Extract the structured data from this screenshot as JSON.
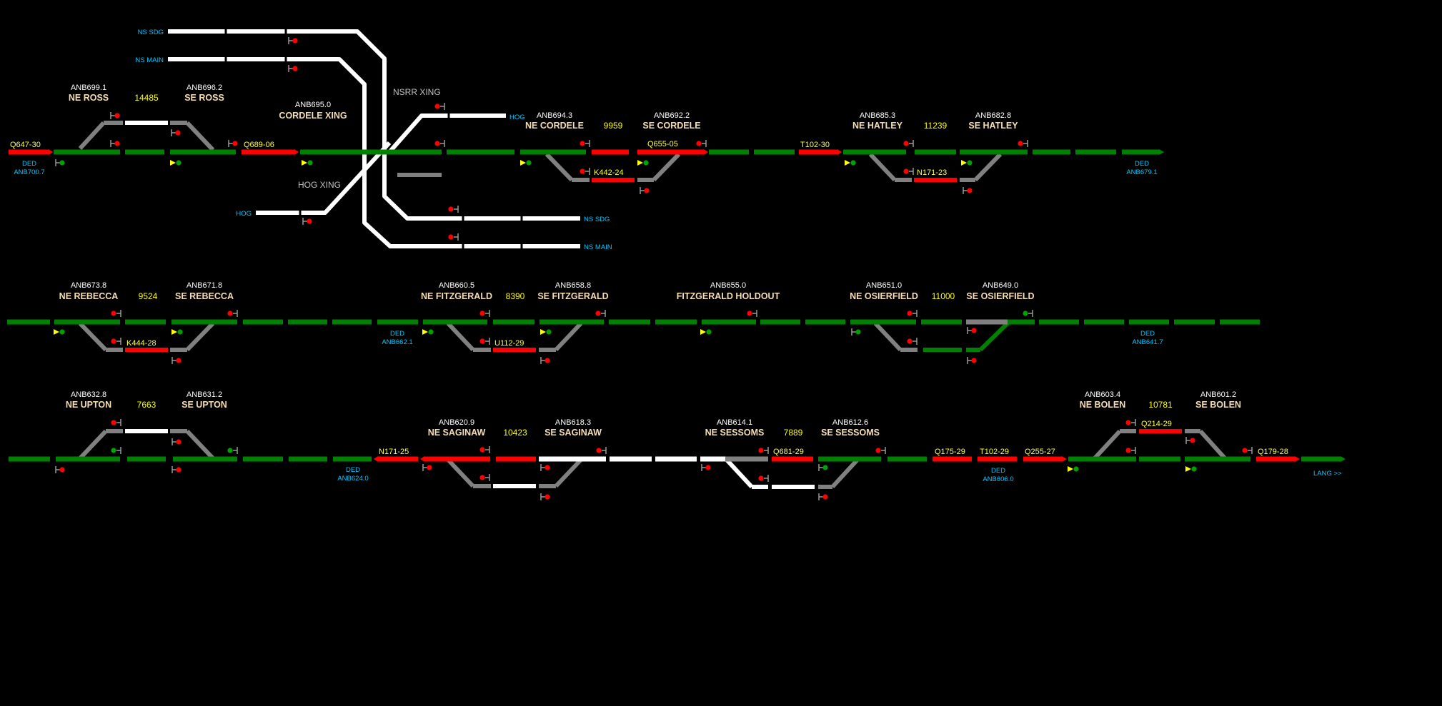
{
  "colors": {
    "background": "#000000",
    "track_occupied": "#ff0000",
    "track_routed": "#008000",
    "track_idle": "#808080",
    "track_foreign": "#ffffff",
    "signal_stop": "#ff0000",
    "signal_clear": "#00a000",
    "signal_approach": "#ffff00",
    "label_milepost": "#ffffff",
    "label_name": "#f5deb3",
    "label_siding_length": "#ffff00",
    "label_track": "#00c8ff",
    "label_train": "#ffff40"
  },
  "control_points": [
    {
      "milepost": "ANB699.1",
      "name": "NE ROSS"
    },
    {
      "milepost": "ANB696.2",
      "name": "SE ROSS"
    },
    {
      "milepost": "ANB695.0",
      "name": "CORDELE XING"
    },
    {
      "milepost": "ANB694.3",
      "name": "NE CORDELE"
    },
    {
      "milepost": "ANB692.2",
      "name": "SE CORDELE"
    },
    {
      "milepost": "ANB685.3",
      "name": "NE HATLEY"
    },
    {
      "milepost": "ANB682.8",
      "name": "SE HATLEY"
    },
    {
      "milepost": "ANB673.8",
      "name": "NE REBECCA"
    },
    {
      "milepost": "ANB671.8",
      "name": "SE REBECCA"
    },
    {
      "milepost": "ANB660.5",
      "name": "NE FITZGERALD"
    },
    {
      "milepost": "ANB658.8",
      "name": "SE FITZGERALD"
    },
    {
      "milepost": "ANB655.0",
      "name": "FITZGERALD HOLDOUT"
    },
    {
      "milepost": "ANB651.0",
      "name": "NE OSIERFIELD"
    },
    {
      "milepost": "ANB649.0",
      "name": "SE OSIERFIELD"
    },
    {
      "milepost": "ANB632.8",
      "name": "NE UPTON"
    },
    {
      "milepost": "ANB631.2",
      "name": "SE UPTON"
    },
    {
      "milepost": "ANB620.9",
      "name": "NE SAGINAW"
    },
    {
      "milepost": "ANB618.3",
      "name": "SE SAGINAW"
    },
    {
      "milepost": "ANB614.1",
      "name": "NE SESSOMS"
    },
    {
      "milepost": "ANB612.6",
      "name": "SE SESSOMS"
    },
    {
      "milepost": "ANB603.4",
      "name": "NE BOLEN"
    },
    {
      "milepost": "ANB601.2",
      "name": "SE BOLEN"
    }
  ],
  "siding_lengths": [
    "14485",
    "9959",
    "11239",
    "9524",
    "8390",
    "11000",
    "7663",
    "10423",
    "7889",
    "10781"
  ],
  "trains": [
    "Q647-30",
    "Q689-06",
    "Q655-05",
    "K442-24",
    "T102-30",
    "N171-23",
    "K444-28",
    "U112-29",
    "N171-25",
    "Q681-29",
    "Q175-29",
    "T102-29",
    "Q255-27",
    "Q214-29",
    "Q179-28"
  ],
  "track_labels": {
    "ns_sdg_top": "NS SDG",
    "ns_main_top": "NS MAIN",
    "hog_right": "HOG",
    "hog_left": "HOG",
    "ns_sdg_bottom": "NS SDG",
    "ns_main_bottom": "NS MAIN",
    "nsrr_xing": "NSRR XING",
    "hog_xing": "HOG XING",
    "lang_link": "LANG >>"
  },
  "dead_ends": [
    {
      "ded": "DED",
      "mp": "ANB700.7"
    },
    {
      "ded": "DED",
      "mp": "ANB679.1"
    },
    {
      "ded": "DED",
      "mp": "ANB662.1"
    },
    {
      "ded": "DED",
      "mp": "ANB641.7"
    },
    {
      "ded": "DED",
      "mp": "ANB624.0"
    },
    {
      "ded": "DED",
      "mp": "ANB606.0"
    }
  ]
}
